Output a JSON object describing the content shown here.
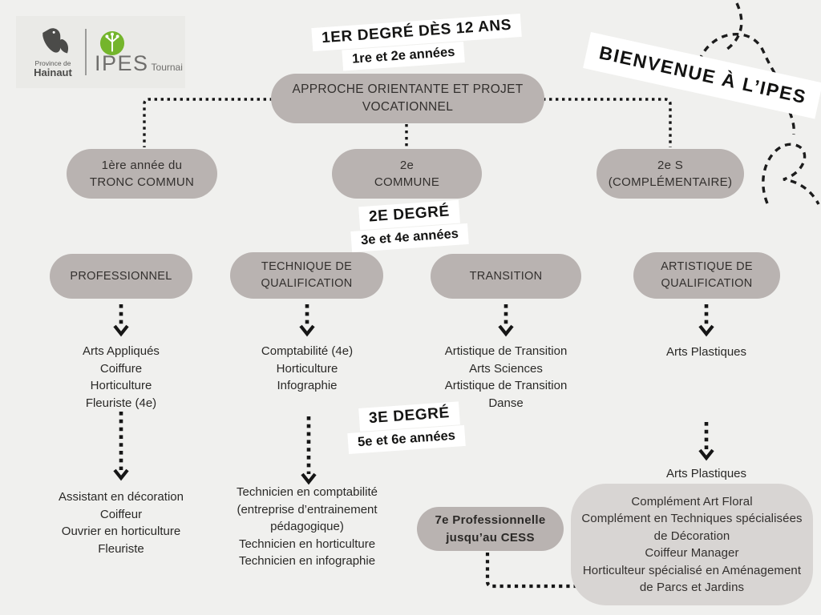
{
  "colors": {
    "page_bg": "#f0f0ee",
    "node_bg": "#b9b3b1",
    "big_node_bg": "#d8d5d3",
    "banner_bg": "#ffffff",
    "line_color": "#161616",
    "logo_green": "#74b52c",
    "logo_gray": "#4b4b49"
  },
  "logo": {
    "province_top": "Province de",
    "province_bottom": "Hainaut",
    "school": "IPES",
    "city": "Tournai"
  },
  "banners": {
    "welcome": "BIENVENUE À L’IPES",
    "degree1": {
      "line1": "1ER DEGRÉ DÈS 12 ANS",
      "line2": "1re et 2e années"
    },
    "degree2": {
      "line1": "2E DEGRÉ",
      "line2": "3e et 4e années"
    },
    "degree3": {
      "line1": "3E DEGRÉ",
      "line2": "5e et 6e années"
    }
  },
  "nodes": {
    "approche": {
      "line1": "APPROCHE ORIENTANTE ET PROJET",
      "line2": "VOCATIONNEL"
    },
    "tronc_commun": {
      "line1": "1ère année du",
      "line2": "TRONC COMMUN"
    },
    "deuxieme_commune": {
      "line1": "2e",
      "line2": "COMMUNE"
    },
    "deuxieme_complementaire": {
      "line1": "2e S",
      "line2": "(COMPLÉMENTAIRE)"
    },
    "professionnel": {
      "line1": "PROFESSIONNEL"
    },
    "technique": {
      "line1": "TECHNIQUE DE",
      "line2": "QUALIFICATION"
    },
    "transition": {
      "line1": "TRANSITION"
    },
    "artistique": {
      "line1": "ARTISTIQUE DE",
      "line2": "QUALIFICATION"
    },
    "septieme": {
      "line1": "7e Professionnelle",
      "line2": "jusqu’au CESS"
    }
  },
  "lists": {
    "professionnel_d2": [
      "Arts Appliqués",
      "Coiffure",
      "Horticulture",
      "Fleuriste (4e)"
    ],
    "technique_d2": [
      "Comptabilité (4e)",
      "Horticulture",
      "Infographie"
    ],
    "transition_d2": [
      "Artistique de Transition",
      "Arts Sciences",
      "Artistique de Transition",
      "Danse"
    ],
    "artistique_d2": [
      "Arts Plastiques"
    ],
    "professionnel_d3": [
      "Assistant en décoration",
      "Coiffeur",
      "Ouvrier en horticulture",
      "Fleuriste"
    ],
    "technique_d3": [
      "Technicien en comptabilité (entreprise d’entrainement pédagogique)",
      "Technicien en horticulture",
      "Technicien en infographie"
    ],
    "artistique_d3": [
      "Arts Plastiques"
    ],
    "complements": [
      "Complément Art Floral",
      "Complément en Techniques spécialisées de Décoration",
      "Coiffeur Manager",
      "Horticulteur spécialisé en Aménagement de Parcs et Jardins"
    ]
  }
}
